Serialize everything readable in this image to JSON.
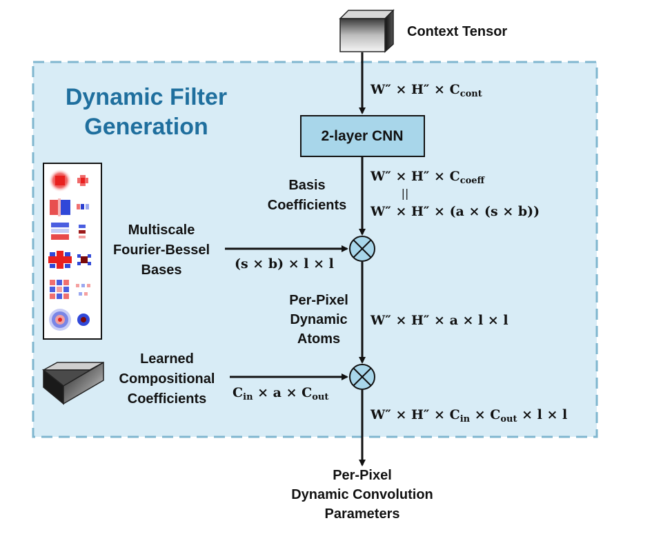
{
  "title": {
    "line1": "Dynamic Filter",
    "line2": "Generation"
  },
  "nodes": {
    "context_tensor": "Context Tensor",
    "cnn": "2-layer CNN",
    "basis_coefficients": [
      "Basis",
      "Coefficients"
    ],
    "fourier_bessel": [
      "Multiscale",
      "Fourier-Bessel",
      "Bases"
    ],
    "dynamic_atoms": [
      "Per-Pixel",
      "Dynamic",
      "Atoms"
    ],
    "compositional": [
      "Learned",
      "Compositional",
      "Coefficients"
    ],
    "output": [
      "Per-Pixel",
      "Dynamic Convolution",
      "Parameters"
    ]
  },
  "shapes": {
    "context": {
      "main": "W″ × H″ × C",
      "sub": "cont"
    },
    "coeff": {
      "main": "W″ × H″ × C",
      "sub": "coeff"
    },
    "equals": "||",
    "coeff_expanded": "W″ × H″ × (a × (s × b))",
    "bases": "(s × b) × l × l",
    "atoms": "W″ × H″ × a × l × l",
    "compositional": {
      "p1": "C",
      "s1": "in",
      "p2": " × a × C",
      "s2": "out"
    },
    "output": {
      "p1": "W″ × H″ × C",
      "s1": "in",
      "p2": " × C",
      "s2": "out",
      "p3": " × l × l"
    }
  },
  "operators": {
    "multiply_1": "⊗",
    "multiply_2": "⊗"
  },
  "colors": {
    "region_fill": "#d8ecf6",
    "region_border": "#7fb6cf",
    "title": "#1f6f9e",
    "cnn_fill": "#a8d6ea",
    "op_fill": "#a8d6ea"
  }
}
